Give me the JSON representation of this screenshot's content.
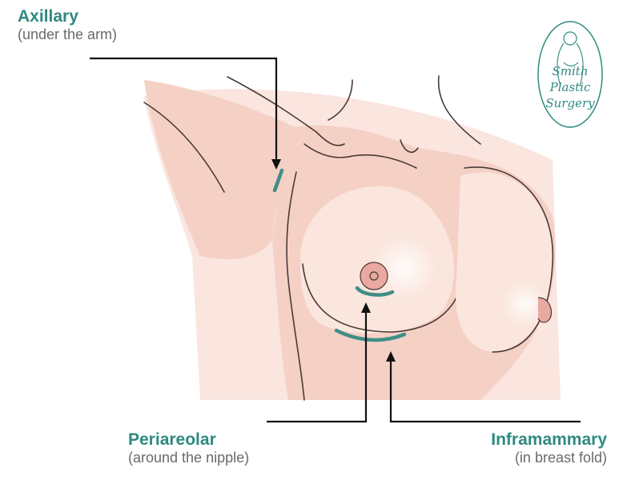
{
  "labels": {
    "axillary": {
      "title": "Axillary",
      "subtitle": "(under the arm)"
    },
    "periareolar": {
      "title": "Periareolar",
      "subtitle": "(around the nipple)"
    },
    "inframammary": {
      "title": "Inframammary",
      "subtitle": "(in breast fold)"
    }
  },
  "logo": {
    "line1": "Smith",
    "line2": "Plastic",
    "line3": "Surgery"
  },
  "colors": {
    "teal": "#2e8a80",
    "subtitle": "#6a6a6a",
    "skin": "#f5d0c5",
    "skin_light": "#fbe6de",
    "outline": "#4a3a36",
    "areola": "#e9a8a0",
    "incision": "#3f8e86"
  }
}
